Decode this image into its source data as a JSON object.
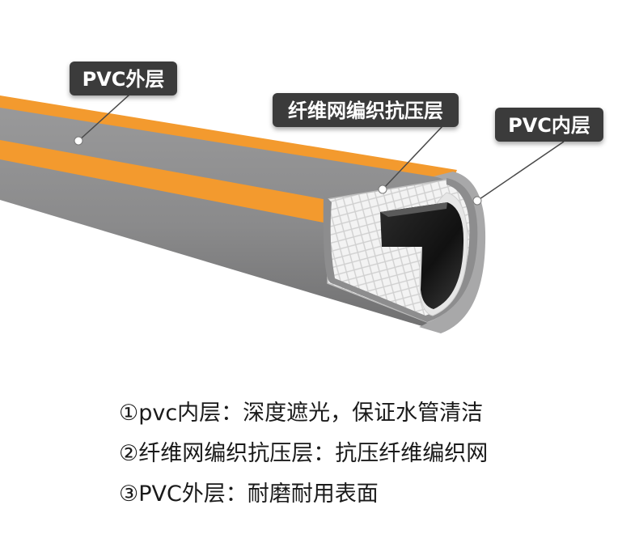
{
  "labels": {
    "outer": "PVC外层",
    "mesh": "纤维网编织抗压层",
    "inner": "PVC内层"
  },
  "notes": [
    "①pvc内层：深度遮光，保证水管清洁",
    "②纤维网编织抗压层：抗压纤维编织网",
    "③PVC外层：耐磨耐用表面"
  ],
  "colors": {
    "hose_gray": "#8c8c8d",
    "stripe_orange": "#f39a2e",
    "mesh_white": "#f2f2f2",
    "inner_black": "#111111",
    "label_bg": "#3a3a3a"
  }
}
